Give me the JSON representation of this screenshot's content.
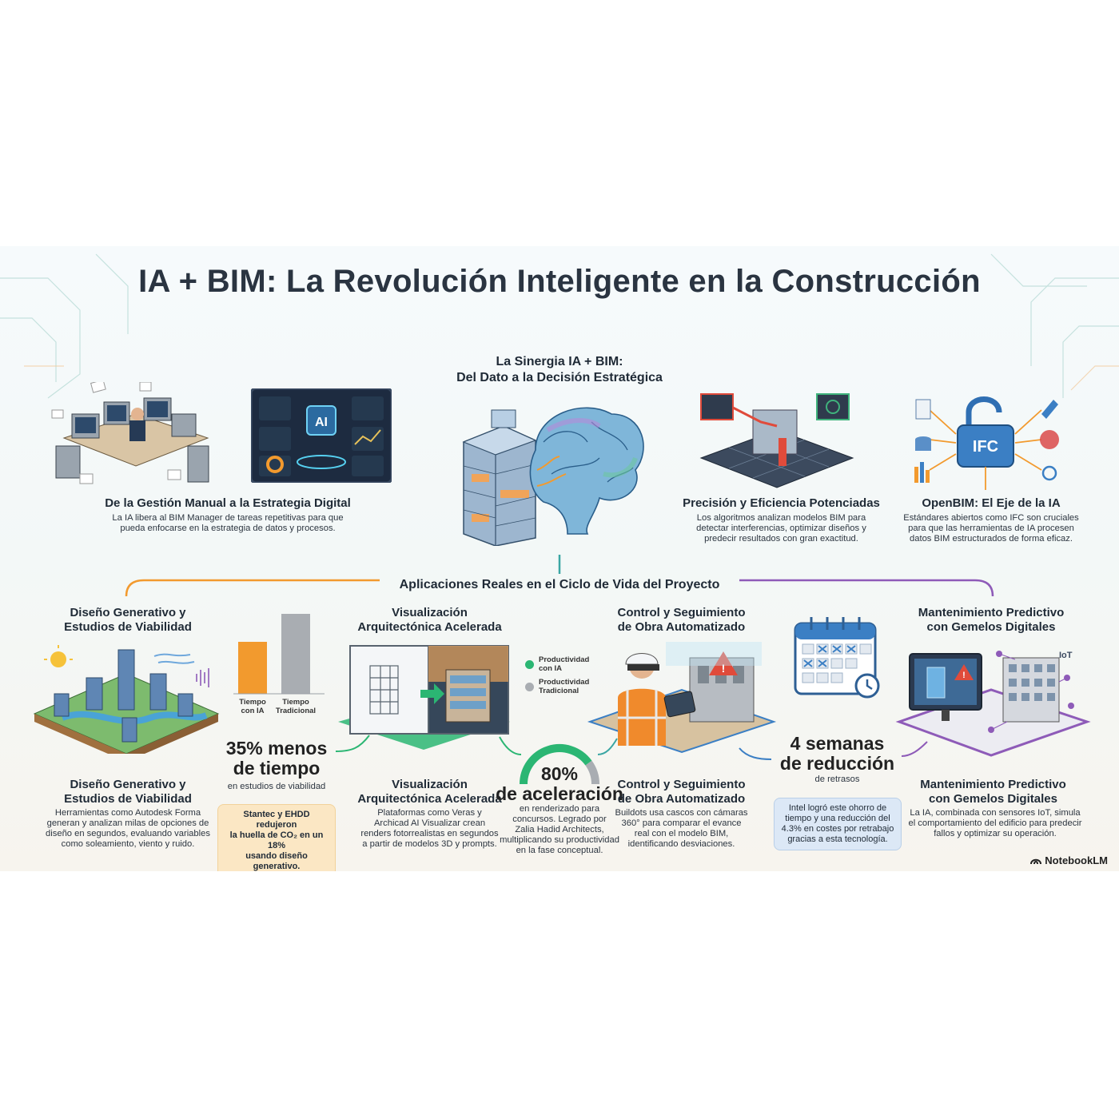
{
  "title": "IA + BIM: La Revolución Inteligente en la Construcción",
  "top": {
    "synergy": {
      "line1": "La Sinergia IA + BIM:",
      "line2": "Del Dato a la Decisión Estratégica"
    },
    "manual": {
      "heading": "De la Gestión Manual a la Estrategia Digital",
      "body1": "La IA libera al BIM Manager de tareas repetitivas para que",
      "body2": "pueda enfocarse en la estrategia de datos y procesos.",
      "screen_label": "AI"
    },
    "precision": {
      "heading": "Precisión y Eficiencia Potenciadas",
      "body1": "Los algoritmos analizan modelos BIM para",
      "body2": "detectar interferencias, optimizar diseños y",
      "body3": "predecir resultados con gran exactitud."
    },
    "openbim": {
      "heading": "OpenBIM: El Eje de la IA",
      "body1": "Estándares abiertos como IFC son cruciales",
      "body2": "para que las herramientas de IA procesen",
      "body3": "datos BIM estructurados de forma eficaz.",
      "badge": "IFC"
    }
  },
  "section_title": "Aplicaciones Reales en el Ciclo de Vida del Proyecto",
  "apps": {
    "generative": {
      "top1": "Diseño Generativo y",
      "top2": "Estudios de Viabilidad",
      "h1": "Diseño Generativo y",
      "h2": "Estudios de Viabilidad",
      "b1": "Herramientas como Autodesk Forma",
      "b2": "generan y analizan milas de opciones de",
      "b3": "diseño en segundos, evaluando variables",
      "b4": "como soleamiento, viento y ruido."
    },
    "time_stat": {
      "big1": "35% menos",
      "big2": "de tiempo",
      "sub": "en estudios de viabilidad",
      "bar_label_ai1": "Tiempo",
      "bar_label_ai2": "con IA",
      "bar_label_trad1": "Tiempo",
      "bar_label_trad2": "Tradicional",
      "callout1": "Stantec y EHDD redujeron",
      "callout2": "la huella de CO₂ en un 18%",
      "callout3": "usando diseño generativo."
    },
    "visualization": {
      "top1": "Visualización",
      "top2": "Arquitectónica Acelerada",
      "h1": "Visualización",
      "h2": "Arquitectónica Acelerada",
      "b1": "Plataformas como Veras y",
      "b2": "Archicad AI Visualizar crean",
      "b3": "renders fotorrealistas en segundos",
      "b4": "a partir de modelos 3D y prompts."
    },
    "accel_stat": {
      "big1": "80%",
      "big2": "de aceleración",
      "b1": "en renderizado para",
      "b2": "concursos. Legrado por",
      "b3": "Zalia Hadid Architects,",
      "b4": "multiplicando su productividad",
      "b5": "en la fase conceptual.",
      "legend_ai1": "Productividad",
      "legend_ai2": "con IA",
      "legend_trad1": "Productividad",
      "legend_trad2": "Tradicional"
    },
    "control": {
      "top1": "Control y Seguimiento",
      "top2": "de Obra Automatizado",
      "h1": "Control y Seguimiento",
      "h2": "de Obra Automatizado",
      "b1": "Buildots usa cascos con cámaras",
      "b2": "360° para comparar el evance",
      "b3": "real con el modelo BIM,",
      "b4": "identificando desviaciones."
    },
    "weeks_stat": {
      "big1": "4 semanas",
      "big2": "de reducción",
      "sub": "de retrasos",
      "c1": "Intel logró este ohorro de",
      "c2": "tiempo y una reducción del",
      "c3": "4.3% en costes por retrabajo",
      "c4": "gracias a esta tecnología."
    },
    "maintenance": {
      "top1": "Mantenimiento Predictivo",
      "top2": "con Gemelos Digitales",
      "h1": "Mantenimiento Predictivo",
      "h2": "con Gemelos Digitales",
      "b1": "La IA, combinada con sensores IoT, simula",
      "b2": "el comportamiento del edificio para predecir",
      "b3": "fallos y optimizar su operación.",
      "iot": "IoT"
    }
  },
  "chart_data": {
    "type": "bar",
    "categories": [
      "Tiempo con IA",
      "Tiempo Tradicional"
    ],
    "values": [
      65,
      100
    ],
    "colors": [
      "#f29a2e",
      "#a9adb2"
    ],
    "title": "",
    "xlabel": "",
    "ylabel": "",
    "ylim": [
      0,
      100
    ]
  },
  "gauge": {
    "value": 80
  },
  "colors": {
    "orange": "#f29a2e",
    "green": "#2bb673",
    "teal": "#3aa6a3",
    "blue": "#3b7fc4",
    "purple": "#8e5bb8",
    "gray": "#a9adb2"
  },
  "brand": "NotebookLM"
}
